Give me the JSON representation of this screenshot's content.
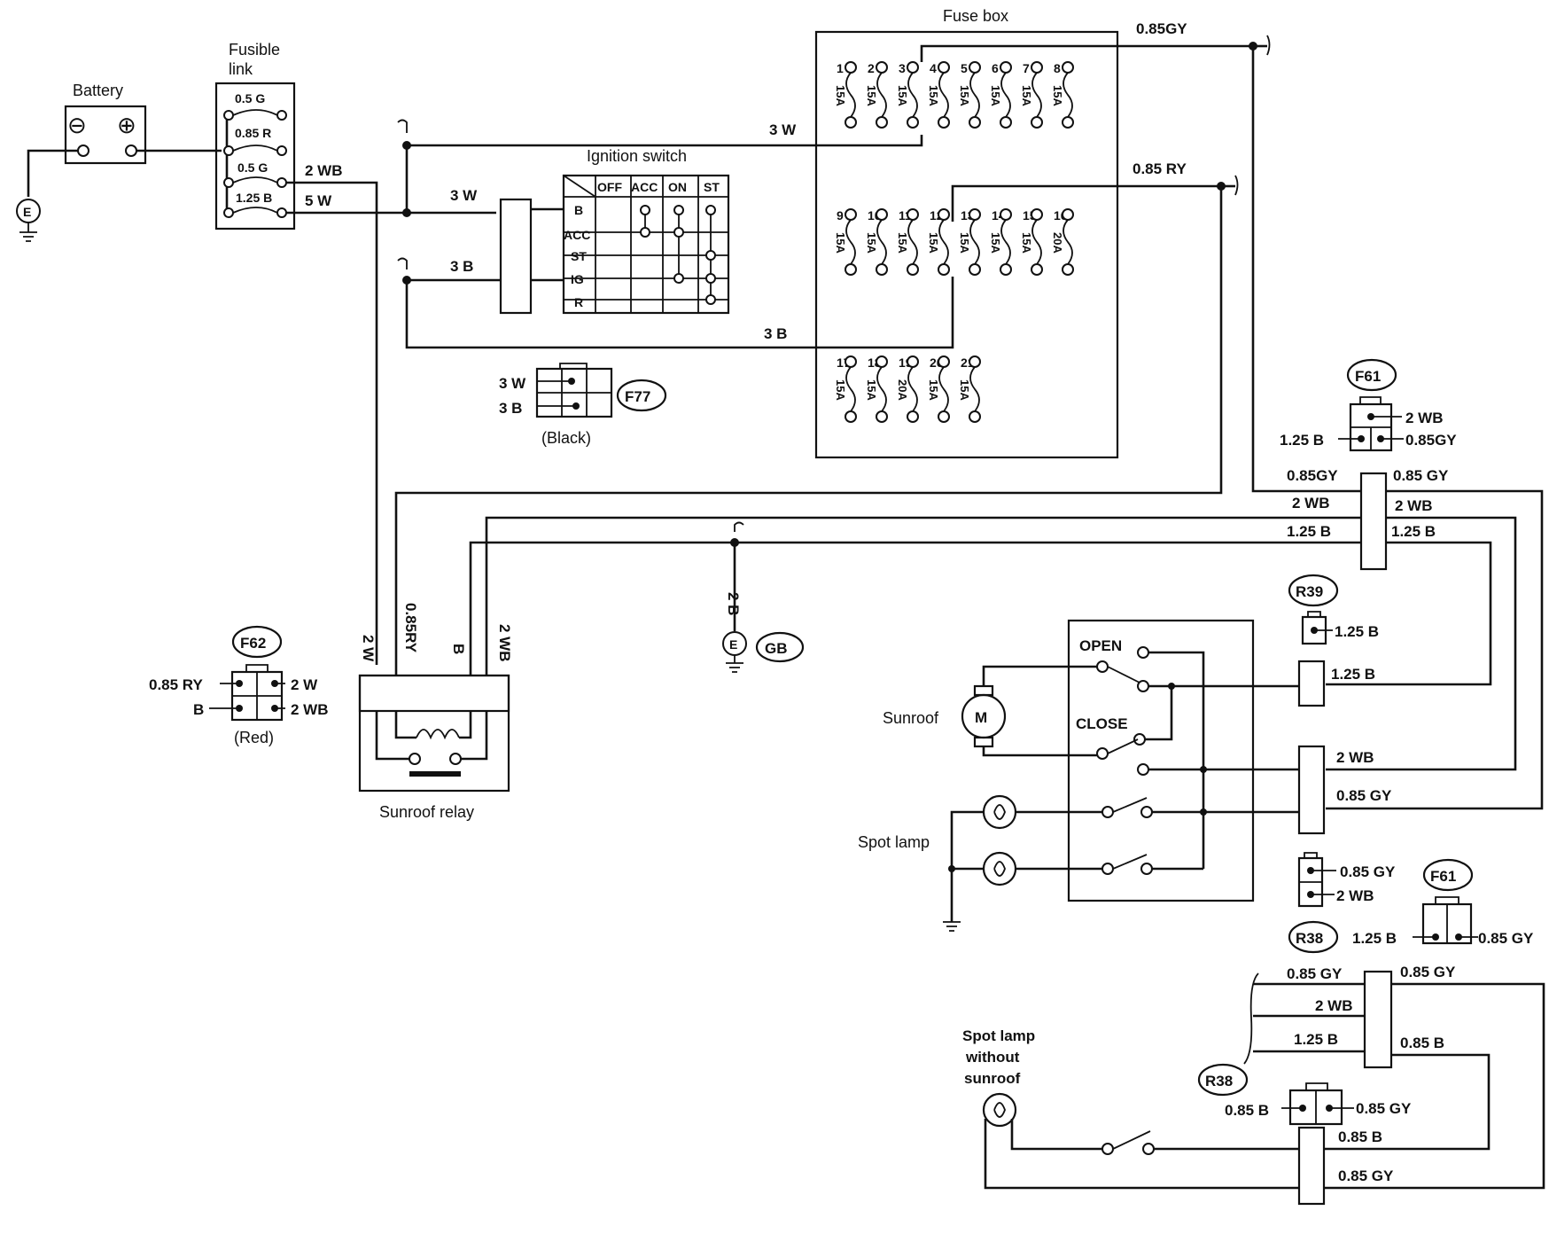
{
  "labels": {
    "battery": "Battery",
    "battery_neg": "⊖",
    "battery_pos": "⊕",
    "fusible_link_1": "Fusible",
    "fusible_link_2": "link",
    "fuse_box": "Fuse box",
    "ignition_switch": "Ignition switch",
    "black": "(Black)",
    "red": "(Red)",
    "sunroof_relay": "Sunroof relay",
    "sunroof": "Sunroof",
    "motor": "M",
    "open": "OPEN",
    "close": "CLOSE",
    "spot_lamp": "Spot lamp",
    "spot_lamp_wo_1": "Spot lamp",
    "spot_lamp_wo_2": "without",
    "spot_lamp_wo_3": "sunroof",
    "earth": "E"
  },
  "fusible_links": [
    "0.5 G",
    "0.85 R",
    "0.5 G",
    "1.25 B"
  ],
  "ignition_table": {
    "columns": [
      "OFF",
      "ACC",
      "ON",
      "ST"
    ],
    "rows": [
      "B",
      "ACC",
      "ST",
      "IG",
      "R"
    ]
  },
  "fuses": [
    {
      "num": "1",
      "amp": "15A"
    },
    {
      "num": "2",
      "amp": "15A"
    },
    {
      "num": "3",
      "amp": "15A"
    },
    {
      "num": "4",
      "amp": "15A"
    },
    {
      "num": "5",
      "amp": "15A"
    },
    {
      "num": "6",
      "amp": "15A"
    },
    {
      "num": "7",
      "amp": "15A"
    },
    {
      "num": "8",
      "amp": "15A"
    },
    {
      "num": "9",
      "amp": "15A"
    },
    {
      "num": "10",
      "amp": "15A"
    },
    {
      "num": "11",
      "amp": "15A"
    },
    {
      "num": "12",
      "amp": "15A"
    },
    {
      "num": "13",
      "amp": "15A"
    },
    {
      "num": "14",
      "amp": "15A"
    },
    {
      "num": "15",
      "amp": "15A"
    },
    {
      "num": "16",
      "amp": "20A"
    },
    {
      "num": "17",
      "amp": "15A"
    },
    {
      "num": "18",
      "amp": "15A"
    },
    {
      "num": "19",
      "amp": "20A"
    },
    {
      "num": "20",
      "amp": "15A"
    },
    {
      "num": "21",
      "amp": "15A"
    }
  ],
  "connectors": {
    "F77": "F77",
    "F62": "F62",
    "F61": "F61",
    "R39": "R39",
    "R38": "R38",
    "GB": "GB"
  },
  "wires": {
    "w_2wb": "2 WB",
    "w_5w": "5 W",
    "w_3w": "3 W",
    "w_3b": "3 B",
    "w_085gy": "0.85GY",
    "w_085gy_sp": "0.85 GY",
    "w_085ry": "0.85 RY",
    "w_085ry_nosp": "0.85RY",
    "w_125b": "1.25 B",
    "w_2w": "2 W",
    "w_b": "B",
    "w_2b": "2 B",
    "w_085b": "0.85 B"
  }
}
